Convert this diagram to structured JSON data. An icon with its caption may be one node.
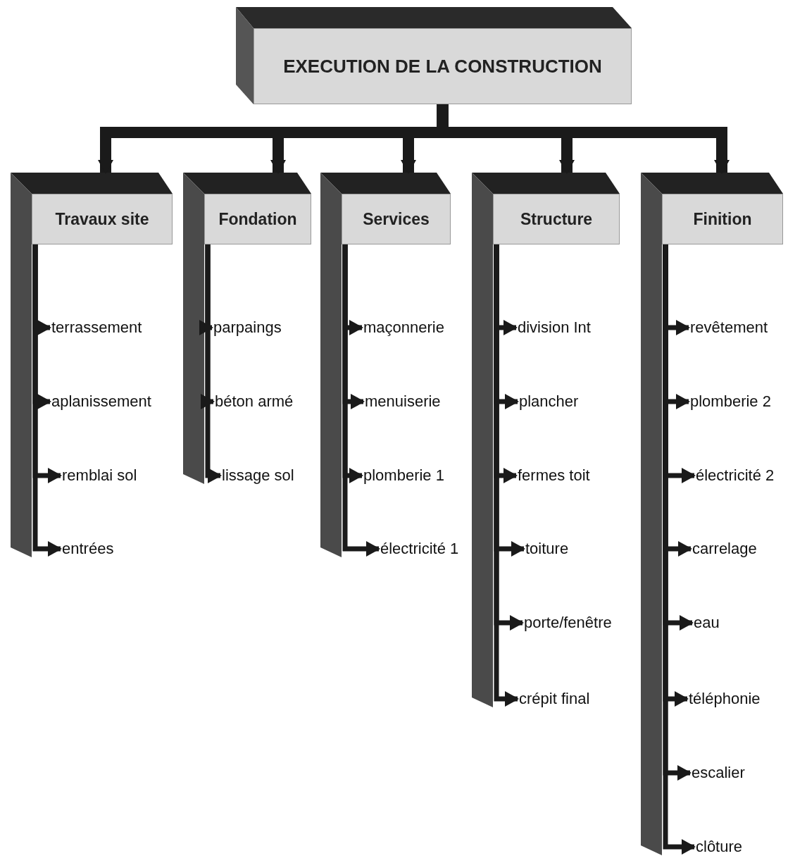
{
  "diagram": {
    "nodes": [
      {
        "text": [
          "EXECUTION DE LA CONSTRUCTION"
        ]
      },
      {
        "text": [
          "Travaux site"
        ]
      },
      {
        "text": [
          "Fondation"
        ]
      },
      {
        "text": [
          "Services"
        ]
      },
      {
        "text": [
          "Structure"
        ]
      },
      {
        "text": [
          "Finition"
        ]
      },
      {
        "text": [
          "terrassement"
        ]
      },
      {
        "text": [
          "aplanissement"
        ]
      },
      {
        "text": [
          "remblai sol"
        ]
      },
      {
        "text": [
          "entrées"
        ]
      },
      {
        "text": [
          "parpaings"
        ]
      },
      {
        "text": [
          "béton armé"
        ]
      },
      {
        "text": [
          "lissage sol"
        ]
      },
      {
        "text": [
          "maçonnerie"
        ]
      },
      {
        "text": [
          "menuiserie"
        ]
      },
      {
        "text": [
          "plomberie 1"
        ]
      },
      {
        "text": [
          "électricité 1"
        ]
      },
      {
        "text": [
          "division Int"
        ]
      },
      {
        "text": [
          "plancher"
        ]
      },
      {
        "text": [
          "fermes toit"
        ]
      },
      {
        "text": [
          "toiture"
        ]
      },
      {
        "text": [
          "porte/fenêtre"
        ]
      },
      {
        "text": [
          "crépit final"
        ]
      },
      {
        "text": [
          "revêtement"
        ]
      },
      {
        "text": [
          "plomberie 2"
        ]
      },
      {
        "text": [
          "électricité 2"
        ]
      },
      {
        "text": [
          "carrelage"
        ]
      },
      {
        "text": [
          "eau"
        ]
      },
      {
        "text": [
          "téléphonie"
        ]
      },
      {
        "text": [
          "escalier"
        ]
      },
      {
        "text": [
          "clôture"
        ]
      }
    ],
    "edges": [
      {
        "from": 0,
        "to": 1,
        "arrow": "to",
        "style": "thick"
      },
      {
        "from": 0,
        "to": 2,
        "arrow": "to",
        "style": "thick"
      },
      {
        "from": 0,
        "to": 3,
        "arrow": "to",
        "style": "thick"
      },
      {
        "from": 0,
        "to": 4,
        "arrow": "to",
        "style": "thick"
      },
      {
        "from": 0,
        "to": 5,
        "arrow": "to",
        "style": "thick"
      },
      {
        "from": 1,
        "to": 6,
        "arrow": "to"
      },
      {
        "from": 1,
        "to": 7,
        "arrow": "to"
      },
      {
        "from": 1,
        "to": 8,
        "arrow": "to"
      },
      {
        "from": 1,
        "to": 9,
        "arrow": "to"
      },
      {
        "from": 2,
        "to": 10,
        "arrow": "to"
      },
      {
        "from": 2,
        "to": 11,
        "arrow": "to"
      },
      {
        "from": 2,
        "to": 12,
        "arrow": "to"
      },
      {
        "from": 3,
        "to": 13,
        "arrow": "to"
      },
      {
        "from": 3,
        "to": 14,
        "arrow": "to"
      },
      {
        "from": 3,
        "to": 15,
        "arrow": "to"
      },
      {
        "from": 3,
        "to": 16,
        "arrow": "to"
      },
      {
        "from": 4,
        "to": 17,
        "arrow": "to"
      },
      {
        "from": 4,
        "to": 18,
        "arrow": "to"
      },
      {
        "from": 4,
        "to": 19,
        "arrow": "to"
      },
      {
        "from": 4,
        "to": 20,
        "arrow": "to"
      },
      {
        "from": 4,
        "to": 21,
        "arrow": "to"
      },
      {
        "from": 4,
        "to": 22,
        "arrow": "to"
      },
      {
        "from": 5,
        "to": 23,
        "arrow": "to"
      },
      {
        "from": 5,
        "to": 24,
        "arrow": "to"
      },
      {
        "from": 5,
        "to": 25,
        "arrow": "to"
      },
      {
        "from": 5,
        "to": 26,
        "arrow": "to"
      },
      {
        "from": 5,
        "to": 27,
        "arrow": "to"
      },
      {
        "from": 5,
        "to": 28,
        "arrow": "to"
      },
      {
        "from": 5,
        "to": 29,
        "arrow": "to"
      },
      {
        "from": 5,
        "to": 30,
        "arrow": "to"
      }
    ]
  }
}
